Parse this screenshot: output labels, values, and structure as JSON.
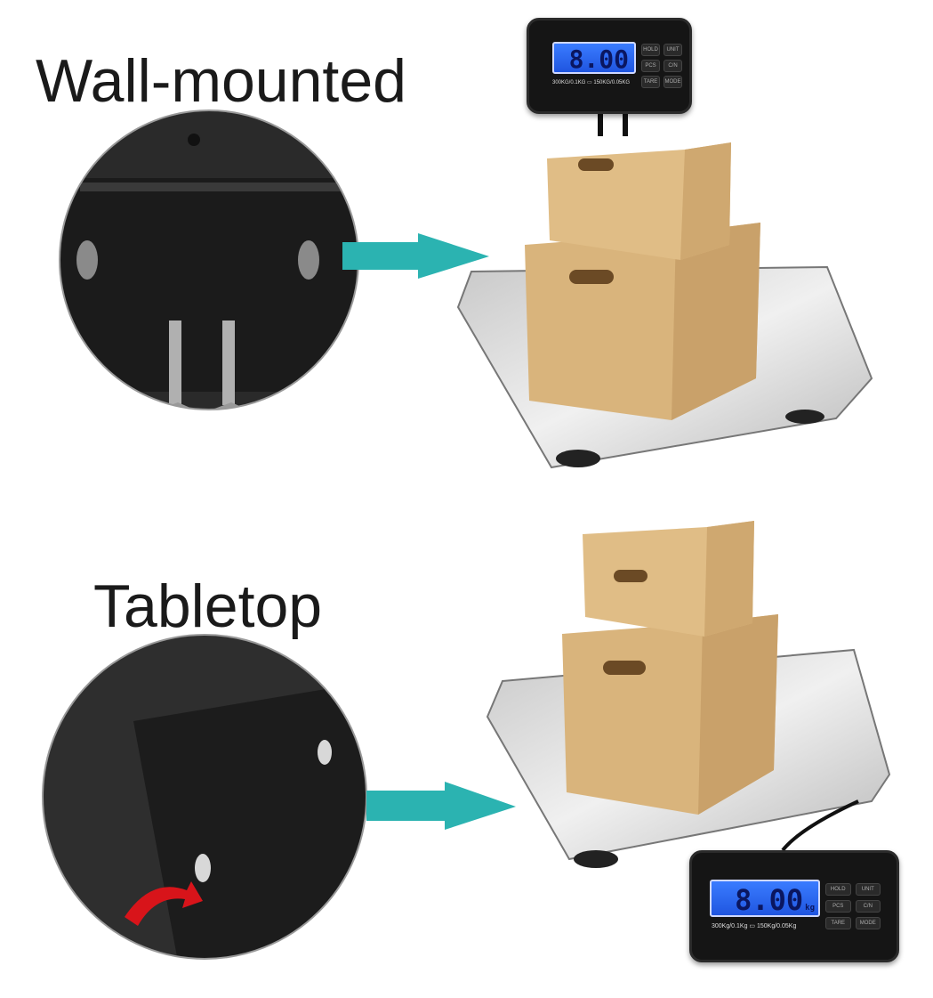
{
  "sections": [
    {
      "label": "Wall-mounted"
    },
    {
      "label": "Tabletop"
    }
  ],
  "display_top": {
    "reading": "8.00",
    "unit": "",
    "capacity": "300KG/0.1KG ▭ 150KG/0.05KG",
    "buttons": [
      "HOLD",
      "UNIT",
      "PCS",
      "C/N",
      "TARE",
      "MODE"
    ]
  },
  "display_bottom": {
    "reading": "8.00",
    "unit": "kg",
    "capacity": "300Kg/0.1Kg ▭ 150Kg/0.05Kg",
    "buttons": [
      "HOLD",
      "UNIT",
      "PCS",
      "C/N",
      "TARE",
      "MODE"
    ]
  },
  "colors": {
    "arrow": "#2bb3b1",
    "box": "#d9b47c",
    "lcd": "#2e6cf5",
    "rotate_arrow": "#d8141a"
  }
}
